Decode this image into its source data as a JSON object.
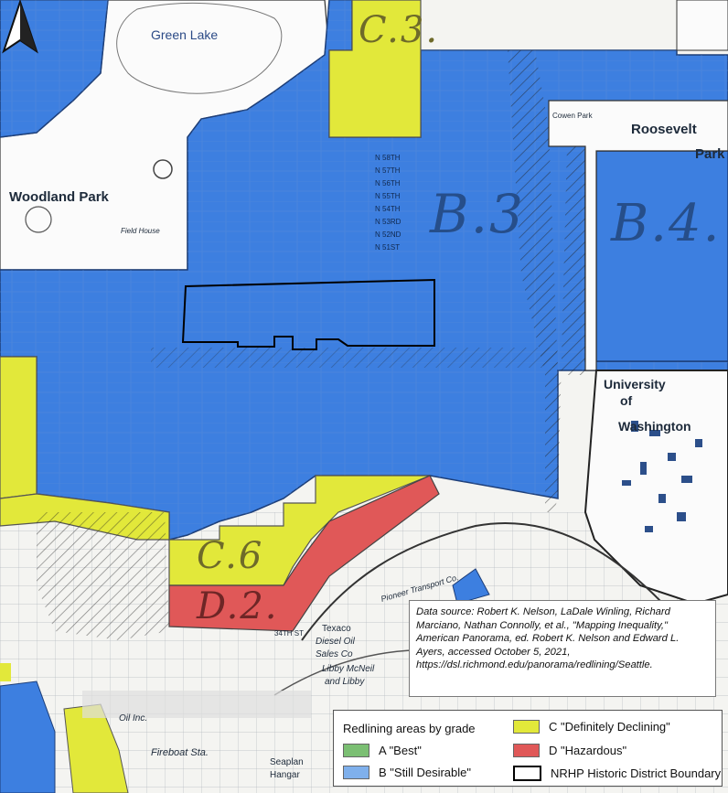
{
  "map_labels": {
    "green_lake": "Green Lake",
    "woodland_park": "Woodland Park",
    "field_house": "Field House",
    "cowen_park": "Cowen Park",
    "roosevelt": "Roosevelt",
    "roosevelt_park": "Park",
    "university_1": "University",
    "university_2": "of",
    "university_3": "Washington",
    "pioneer": "Pioneer Transport Co.",
    "texaco_1": "Texaco",
    "texaco_2": "Diesel Oil",
    "texaco_3": "Sales Co",
    "libby_1": "Libby McNeil",
    "libby_2": "and Libby",
    "oil_inc": "Oil Inc.",
    "fireboat": "Fireboat Sta.",
    "seaplane_1": "Seaplan",
    "seaplane_2": "Hangar",
    "street_34th": "34TH ST"
  },
  "streets": [
    "N 58TH",
    "N 57TH",
    "N 56TH",
    "N 55TH",
    "N 54TH",
    "N 53RD",
    "N 52ND",
    "N 51ST"
  ],
  "grades": {
    "c3": "C.3.",
    "b3": "B.3",
    "b4": "B.4.",
    "c6": "C.6",
    "d2": "D.2."
  },
  "source_text": "Data source: Robert K. Nelson, LaDale Winling, Richard Marciano, Nathan Connolly, et al., \"Mapping Inequality,\" American Panorama, ed. Robert K. Nelson and Edward L. Ayers, accessed October 5, 2021, https://dsl.richmond.edu/panorama/redlining/Seattle.",
  "legend": {
    "title": "Redlining areas by grade",
    "a": "A \"Best\"",
    "b": "B \"Still Desirable\"",
    "c": "C \"Definitely Declining\"",
    "d": "D \"Hazardous\"",
    "nrhp": "NRHP Historic District Boundary"
  },
  "colors": {
    "grade_a": "#7bbf73",
    "grade_b": "#3d7fe0",
    "grade_c": "#e2e83a",
    "grade_d": "#e05858",
    "boundary": "#000000"
  },
  "north_arrow": "north-arrow-icon"
}
